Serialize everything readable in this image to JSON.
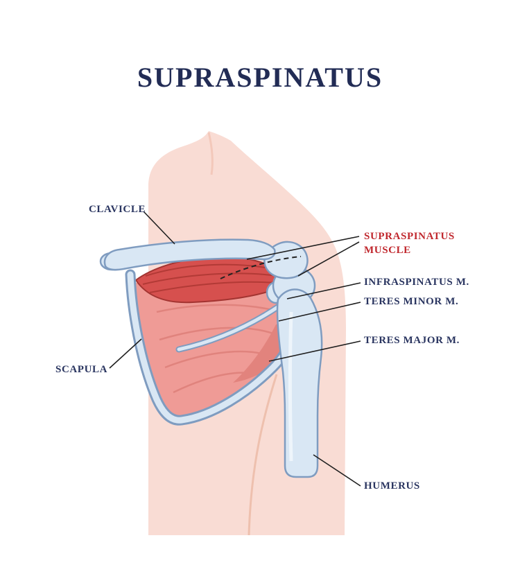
{
  "title": "SUPRASPINATUS",
  "labels": {
    "clavicle": "CLAVICLE",
    "supraspinatus": "SUPRASPINATUS MUSCLE",
    "infraspinatus": "INFRASPINATUS M.",
    "teres_minor": "TERES MINOR M.",
    "teres_major": "TERES MAJOR M.",
    "scapula": "SCAPULA",
    "humerus": "HUMERUS"
  },
  "colors": {
    "title_text": "#222c55",
    "label_text": "#2a3560",
    "highlight_label": "#c0272d",
    "skin": "#f9dcd4",
    "skin_shade": "#eec0ae",
    "bone_fill": "#d9e7f4",
    "bone_outline": "#7f9cc0",
    "muscle_red": "#d6504e",
    "muscle_red_striation": "#b23a36",
    "muscle_pink": "#ef9b96",
    "muscle_pink_striation": "#e0837d",
    "leader_line": "#1f1f1f"
  }
}
